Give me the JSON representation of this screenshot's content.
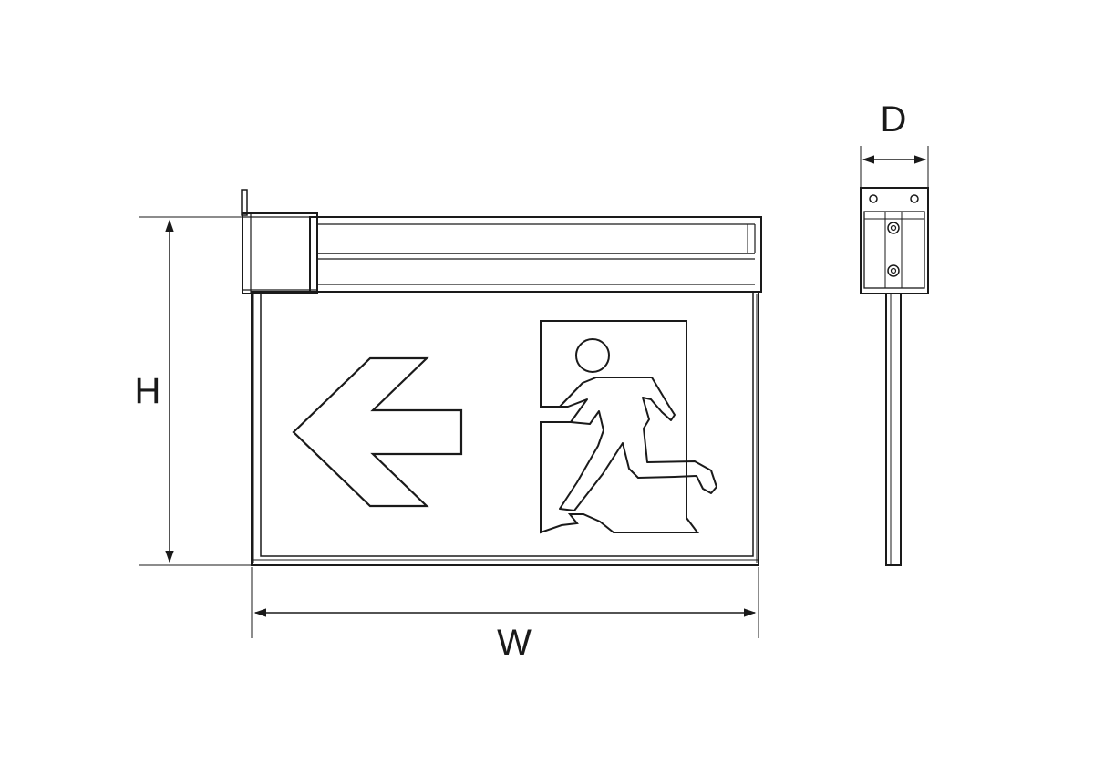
{
  "dimensions": {
    "height_label": "H",
    "width_label": "W",
    "depth_label": "D"
  },
  "icons": {
    "arrow": "left-arrow-icon",
    "figure": "running-man-exit-icon"
  },
  "colors": {
    "line": "#1a1a1a",
    "panel_fill": "#ffffff",
    "rail_fill": "#ffffff"
  }
}
